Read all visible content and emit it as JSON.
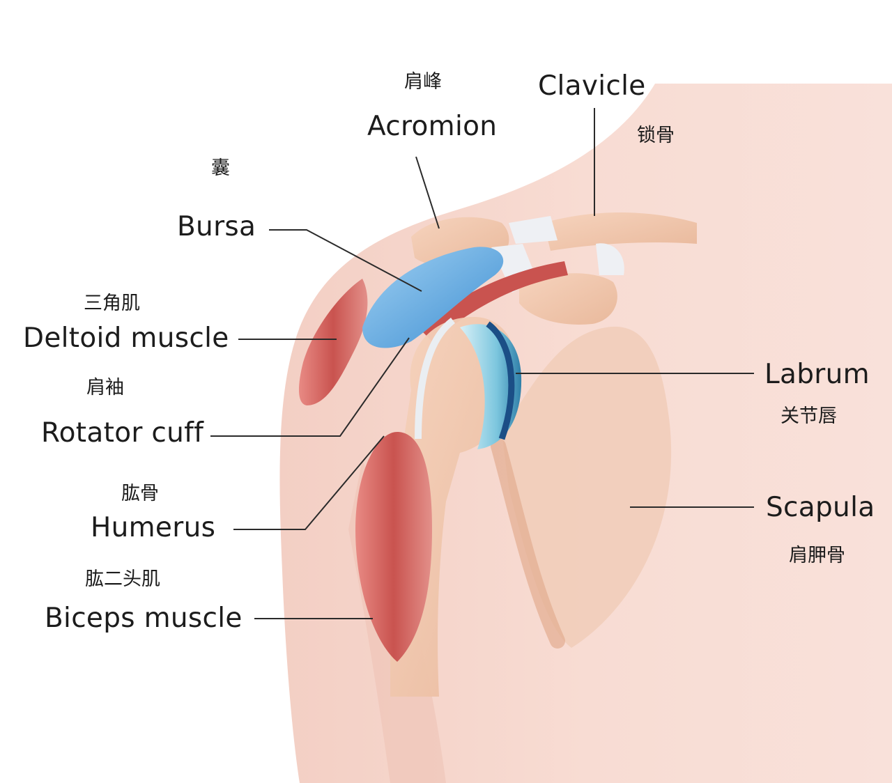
{
  "labels": {
    "acromion": {
      "en": "Acromion",
      "zh": "肩峰"
    },
    "clavicle": {
      "en": "Clavicle",
      "zh": "锁骨"
    },
    "bursa": {
      "en": "Bursa",
      "zh": "囊"
    },
    "deltoid": {
      "en": "Deltoid muscle",
      "zh": "三角肌"
    },
    "rotator_cuff": {
      "en": "Rotator cuff",
      "zh": "肩袖"
    },
    "humerus": {
      "en": "Humerus",
      "zh": "肱骨"
    },
    "biceps": {
      "en": "Biceps muscle",
      "zh": "肱二头肌"
    },
    "labrum": {
      "en": "Labrum",
      "zh": "关节唇"
    },
    "scapula": {
      "en": "Scapula",
      "zh": "肩胛骨"
    }
  },
  "colors": {
    "skin": "#f7d9cf",
    "bone": "#f2c8ae",
    "muscle": "#c9534f",
    "bursa": "#6aaee0",
    "cartilage": "#8fd0e4",
    "leader_line": "#2a2a2a"
  }
}
